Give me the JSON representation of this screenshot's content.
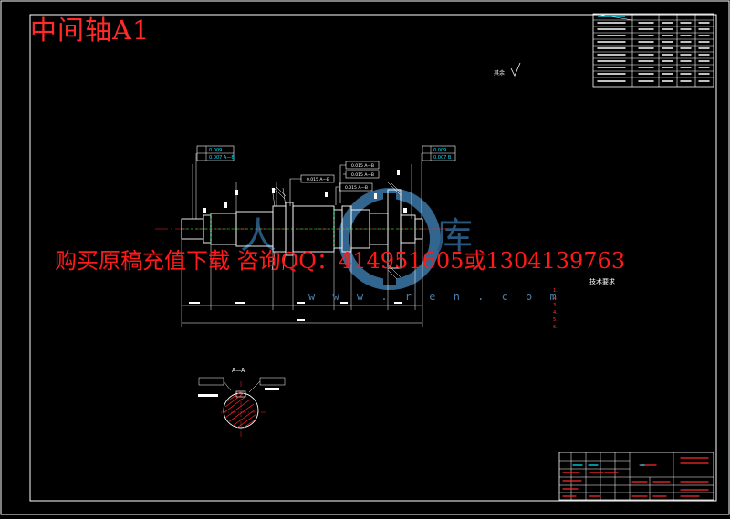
{
  "drawing": {
    "title": "中间轴A1",
    "watermark": "购买原稿充值下载 咨询QQ：414951605或1304139763",
    "watermark_url": "w w w . r e n . c o m",
    "section_label": "A—A",
    "notes_title": "技术要求",
    "notes": [
      "1.",
      "2.",
      "3.",
      "4.",
      "5.",
      "6."
    ],
    "tolerance_left": [
      "0.009",
      "0.007 A—B"
    ],
    "tolerance_right": [
      "0.009",
      "0.007 B"
    ],
    "tolerance_mid": [
      "0.015 A—B",
      "0.015 A—B",
      "0.015 A—B",
      "0.015 A—B"
    ],
    "roughness_label": "其余",
    "colors": {
      "background": "#000000",
      "frame": "#ffffff",
      "outline": "#ffffff",
      "red": "#ff2a2a",
      "yellow": "#ffff00",
      "cyan": "#00e5ff",
      "green": "#00ff66",
      "magenta": "#ff40ff",
      "blue_watermark": "#3d78a8"
    }
  }
}
